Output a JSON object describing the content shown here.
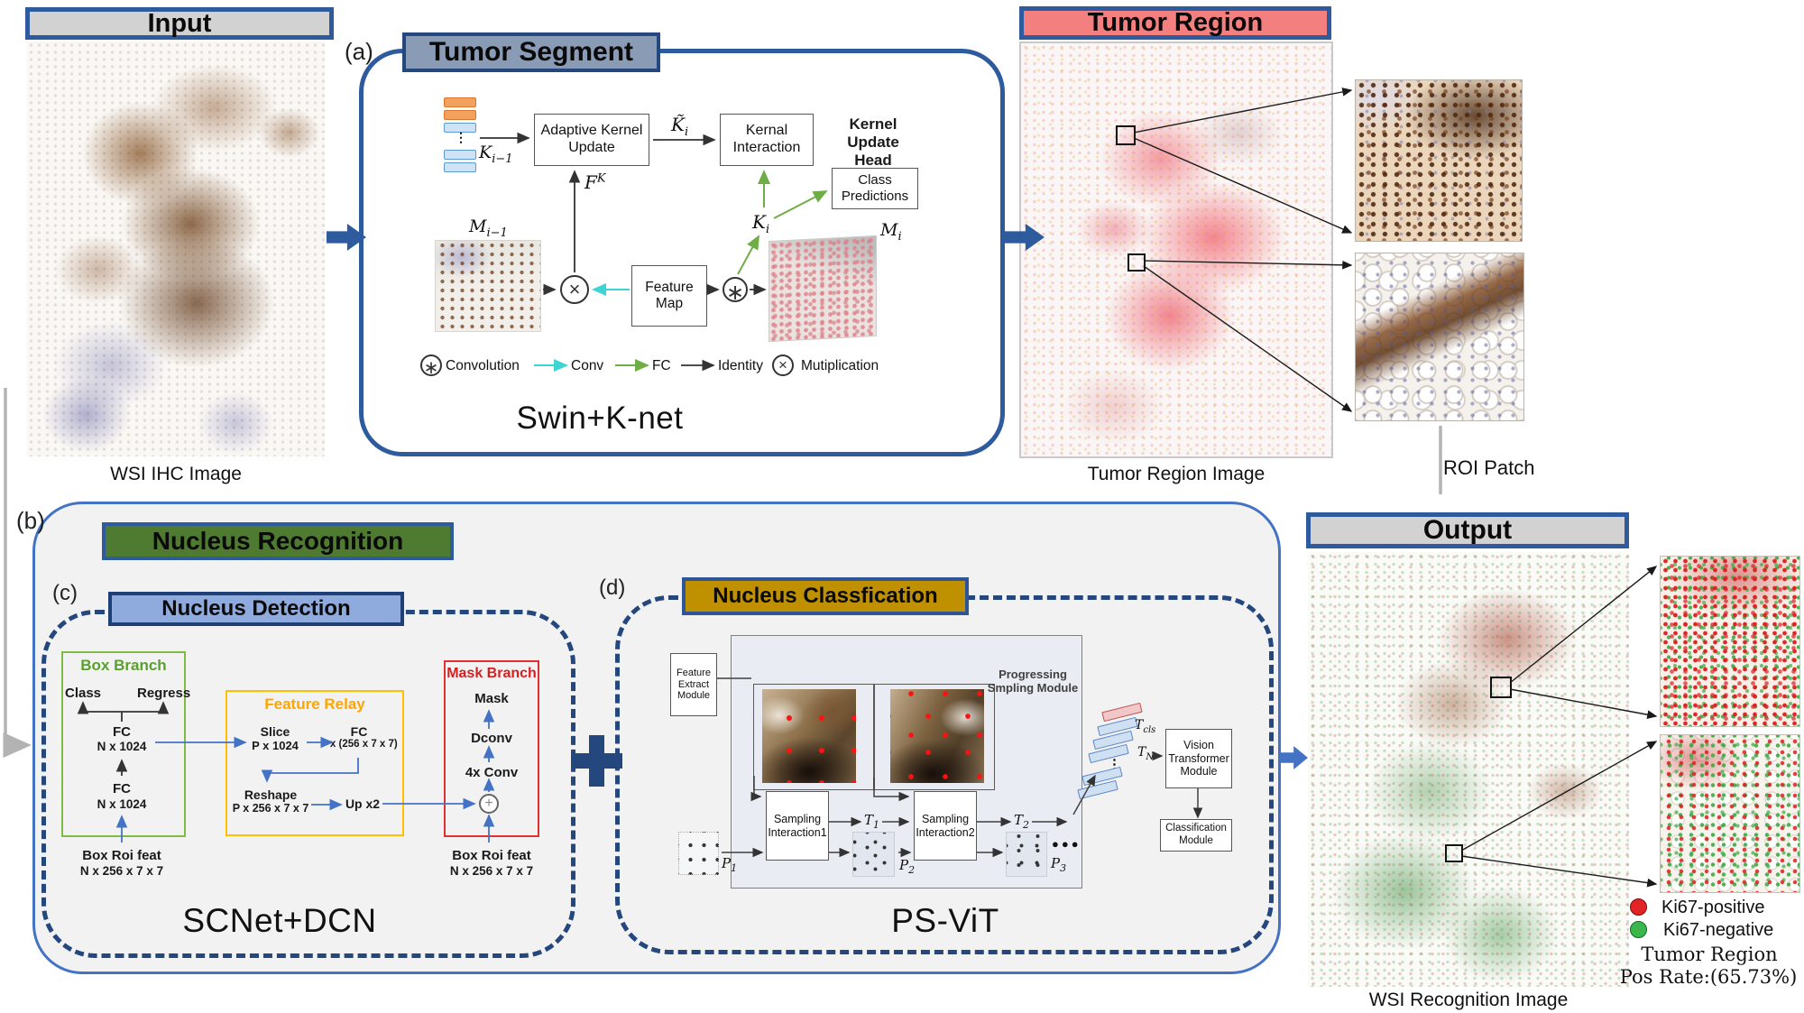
{
  "colors": {
    "accent_navy": "#2E5A9E",
    "banner_gray": "#D2D2D2",
    "banner_slate": "#8A9BB5",
    "banner_salmon": "#F47F7F",
    "banner_green": "#4E7B30",
    "banner_lightblue": "#8FAADC",
    "banner_gold": "#BF9000",
    "box_branch_green": "#7FBA42",
    "feature_relay_orange": "#FFC000",
    "mask_branch_red": "#E03030",
    "dim_blue": "#9CC3E5",
    "ki67_positive": "#E32426",
    "ki67_negative": "#3CB54A"
  },
  "input_panel": {
    "title": "Input",
    "caption": "WSI IHC Image"
  },
  "module_a": {
    "tag": "(a)",
    "title": "Tumor Segment",
    "network": "Swin+K-net",
    "kernels_label_base": "K",
    "kernels_label_sub": "i−1",
    "adaptive_box": "Adaptive Kernel Update",
    "ktilde_base": "K̃",
    "ktilde_sub": "i",
    "interaction_box": "Kernal Interaction",
    "head_line1": "Kernel Update",
    "head_line2": "Head",
    "class_box": "Class Predictions",
    "fk_base": "F",
    "fk_sup": "K",
    "ki_base": "K",
    "ki_sub": "i",
    "mprev_base": "M",
    "mprev_sub": "i−1",
    "mnext_base": "M",
    "mnext_sub": "i",
    "feature_map_line1": "Feature",
    "feature_map_line2": "Map",
    "legend": {
      "conv_sym": "∗",
      "mult_sym": "×",
      "convolution": "Convolution",
      "conv": "Conv",
      "fc": "FC",
      "identity": "Identity",
      "multiplication": "Mutiplication"
    }
  },
  "tumor_panel": {
    "title": "Tumor Region",
    "caption": "Tumor Region Image",
    "roi_label": "ROI Patch"
  },
  "module_b": {
    "tag": "(b)",
    "title": "Nucleus Recognition"
  },
  "module_c": {
    "tag": "(c)",
    "title": "Nucleus Detection",
    "network": "SCNet+DCN",
    "box_branch": {
      "title": "Box Branch",
      "class_label": "Class",
      "regress_label": "Regress",
      "fc_top": "FC",
      "fc_top_dim": "N x 1024",
      "fc_bottom": "FC",
      "fc_bottom_dim": "N x 1024",
      "input_label": "Box Roi feat",
      "input_dim": "N x 256 x 7 x 7"
    },
    "feature_relay": {
      "title": "Feature Relay",
      "slice_label": "Slice",
      "slice_dim": "P x 1024",
      "fc_label": "FC",
      "fc_dim": "P x (256 x 7 x 7)",
      "reshape_label": "Reshape",
      "reshape_dim": "P x 256 x 7 x 7",
      "up_label": "Up x2"
    },
    "mask_branch": {
      "title": "Mask Branch",
      "mask_label": "Mask",
      "dconv_label": "Dconv",
      "conv_label": "4x Conv",
      "plus_sym": "+",
      "input_label": "Box Roi feat",
      "input_dim": "N x 256 x 7 x 7"
    }
  },
  "module_d": {
    "tag": "(d)",
    "title": "Nucleus Classfication",
    "network": "PS-ViT",
    "feature_extract": "Feature Extract Module",
    "psm_line1": "Progressing",
    "psm_line2": "Smpling Module",
    "sampling1": "Sampling Interaction1",
    "sampling2": "Sampling Interaction2",
    "p1_base": "P",
    "p1_sub": "1",
    "p2_base": "P",
    "p2_sub": "2",
    "p3_base": "P",
    "p3_sub": "3",
    "t1_base": "T",
    "t1_sub": "1",
    "t2_base": "T",
    "t2_sub": "2",
    "tcls_base": "T",
    "tcls_sub": "cls",
    "tn_base": "T",
    "tn_sub": "N",
    "ellipsis": "●●●",
    "vdots": "⋮",
    "vit_box": "Vision Transformer Module",
    "cls_box": "Classification Module"
  },
  "output_panel": {
    "title": "Output",
    "caption": "WSI Recognition Image",
    "ki67_positive": "Ki67-positive",
    "ki67_negative": "Ki67-negative",
    "stat_line1": "Tumor Region",
    "stat_line2": "Pos Rate:(65.73%)"
  }
}
